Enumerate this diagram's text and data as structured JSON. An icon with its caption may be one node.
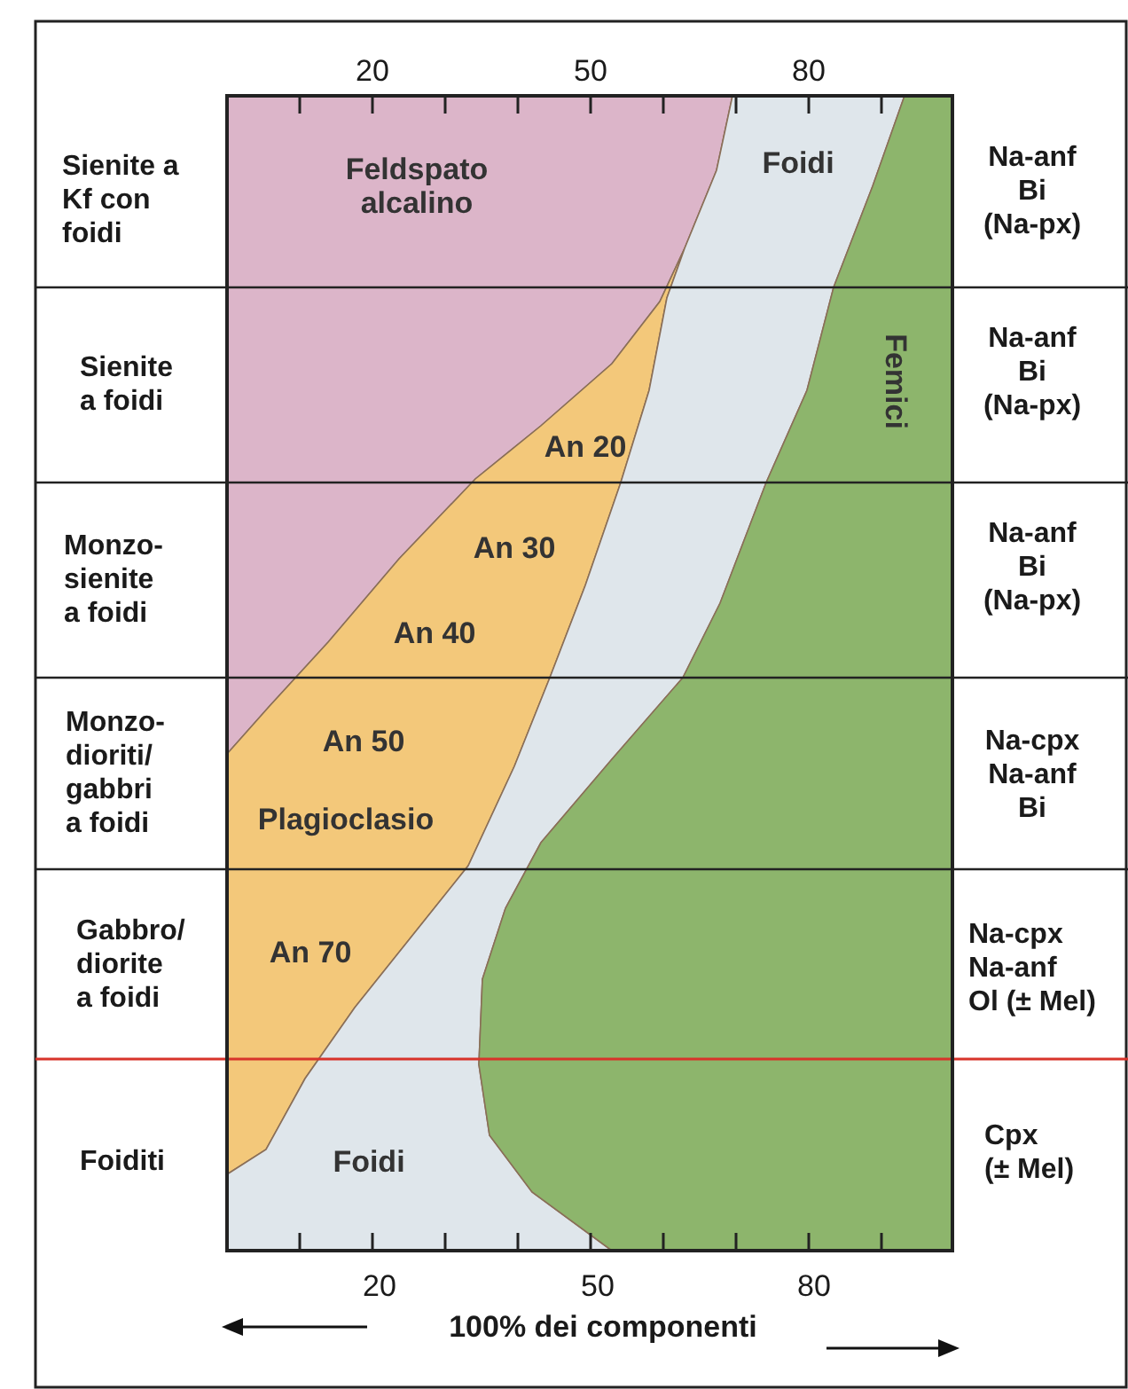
{
  "diagram": {
    "nodes": [
      {
        "text": [
          "Feldspato alcalino"
        ]
      },
      {
        "text": [
          "An 20",
          "An 30",
          "An 40",
          "An 50",
          "Plagioclasio",
          "An 70"
        ]
      },
      {
        "text": [
          "Foidi",
          "Foidi"
        ]
      },
      {
        "text": [
          "Femici"
        ]
      }
    ],
    "edges": [],
    "labels": [
      "20",
      "50",
      "80",
      "Sienite a Kf con foidi",
      "Na-anf Bi (Na-px)",
      "Sienite a foidi",
      "Na-anf Bi (Na-px)",
      "Monzo- sienite a foidi",
      "Na-anf Bi (Na-px)",
      "Monzo- dioriti/ gabbri a foidi",
      "Na-cpx Na-anf Bi",
      "Gabbro/ diorite a foidi",
      "Na-cpx Na-anf Ol (± Mel)",
      "Foiditi",
      "Cpx (± Mel)",
      "20",
      "50",
      "80",
      "100% dei componenti"
    ]
  }
}
